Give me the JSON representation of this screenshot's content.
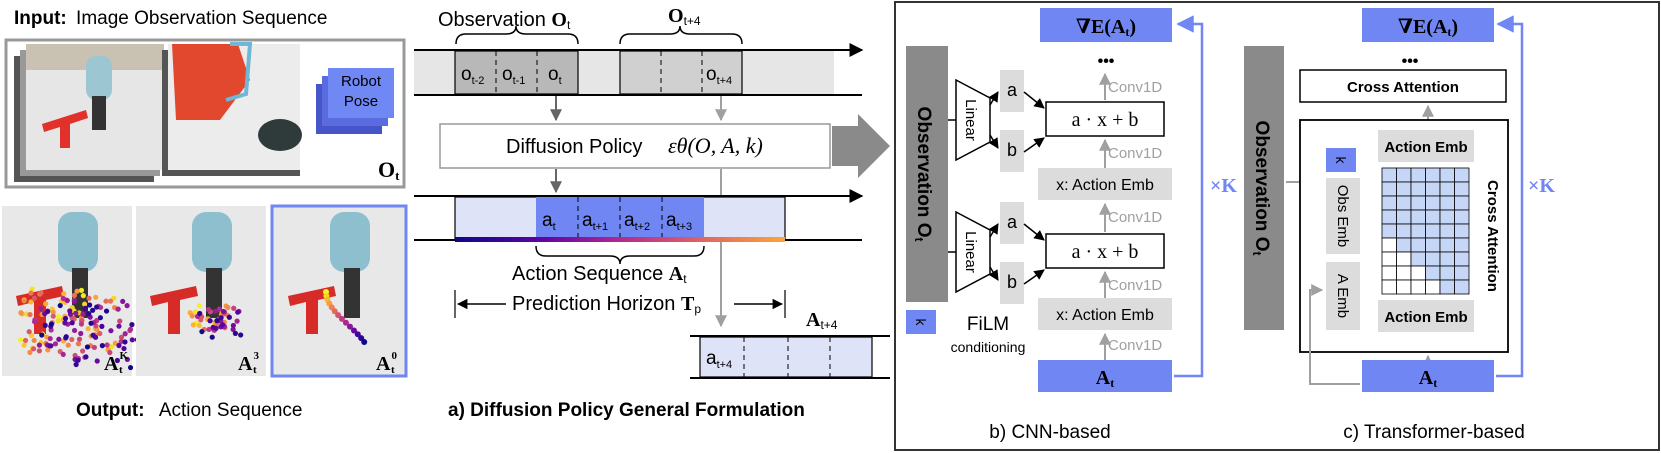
{
  "left": {
    "input_label": "Input:",
    "input_text": "Image Observation Sequence",
    "robot_pose": [
      "Robot",
      "Pose"
    ],
    "obs_O": "O",
    "obs_sub": "t",
    "output_label": "Output:",
    "output_text": "Action Sequence",
    "panels": [
      {
        "A": "A",
        "sub": "t",
        "sup": "K"
      },
      {
        "A": "A",
        "sub": "t",
        "sup": "3"
      },
      {
        "A": "A",
        "sub": "t",
        "sup": "0"
      }
    ]
  },
  "mid": {
    "obs_t": "Observation ",
    "obs_t_O": "O",
    "obs_t_sub": "t",
    "obs_t4_O": "O",
    "obs_t4_sub": "t+4",
    "o_cells": [
      {
        "o": "o",
        "sub": "t-2"
      },
      {
        "o": "o",
        "sub": "t-1"
      },
      {
        "o": "o",
        "sub": "t"
      }
    ],
    "o_future": {
      "o": "o",
      "sub": "t+4"
    },
    "policy_text": "Diffusion Policy",
    "policy_formula": "εθ(O, A, k)",
    "a_cells": [
      {
        "a": "a",
        "sub": "t"
      },
      {
        "a": "a",
        "sub": "t+1"
      },
      {
        "a": "a",
        "sub": "t+2"
      },
      {
        "a": "a",
        "sub": "t+3"
      }
    ],
    "action_seq": "Action Sequence ",
    "action_seq_A": "A",
    "action_seq_sub": "t",
    "horizon": "Prediction Horizon ",
    "horizon_T": "T",
    "horizon_sub": "p",
    "future_A": "A",
    "future_A_sub": "t+4",
    "future_cell": {
      "a": "a",
      "sub": "t+4"
    },
    "caption": "a) Diffusion Policy General Formulation"
  },
  "cnn": {
    "grad": "∇E(A",
    "grad_sub": "t",
    "grad_close": ")",
    "dots": "•••",
    "obs_bar": "Observation O",
    "obs_bar_sub": "t",
    "linear": "Linear",
    "a": "a",
    "b": "b",
    "film_expr": "a · x + b",
    "conv": "Conv1D",
    "action_emb": "x: Action Emb",
    "k": "k",
    "film": "FiLM",
    "conditioning": "conditioning",
    "At": "A",
    "At_sub": "t",
    "times_k": "×K",
    "caption": "b) CNN-based"
  },
  "trans": {
    "grad": "∇E(A",
    "grad_sub": "t",
    "grad_close": ")",
    "dots": "•••",
    "cross_attention_top": "Cross Attention",
    "obs_bar": "Observation O",
    "obs_bar_sub": "t",
    "k": "k",
    "obs_emb": "Obs Emb",
    "a_emb": "A Emb",
    "action_emb": "Action Emb",
    "cross_attention_side": "Cross Attention",
    "At": "A",
    "At_sub": "t",
    "times_k": "×K",
    "caption": "c) Transformer-based"
  },
  "colors": {
    "accent_blue": "#6f86f3",
    "light_blue": "#d6dcf8",
    "cell_blue": "#c6d6f6",
    "gray_dark": "#8a8a8a",
    "gray_mid": "#b8b8b8",
    "gray_light": "#dcdcdc",
    "arrow_gray": "#a0a0a0"
  }
}
